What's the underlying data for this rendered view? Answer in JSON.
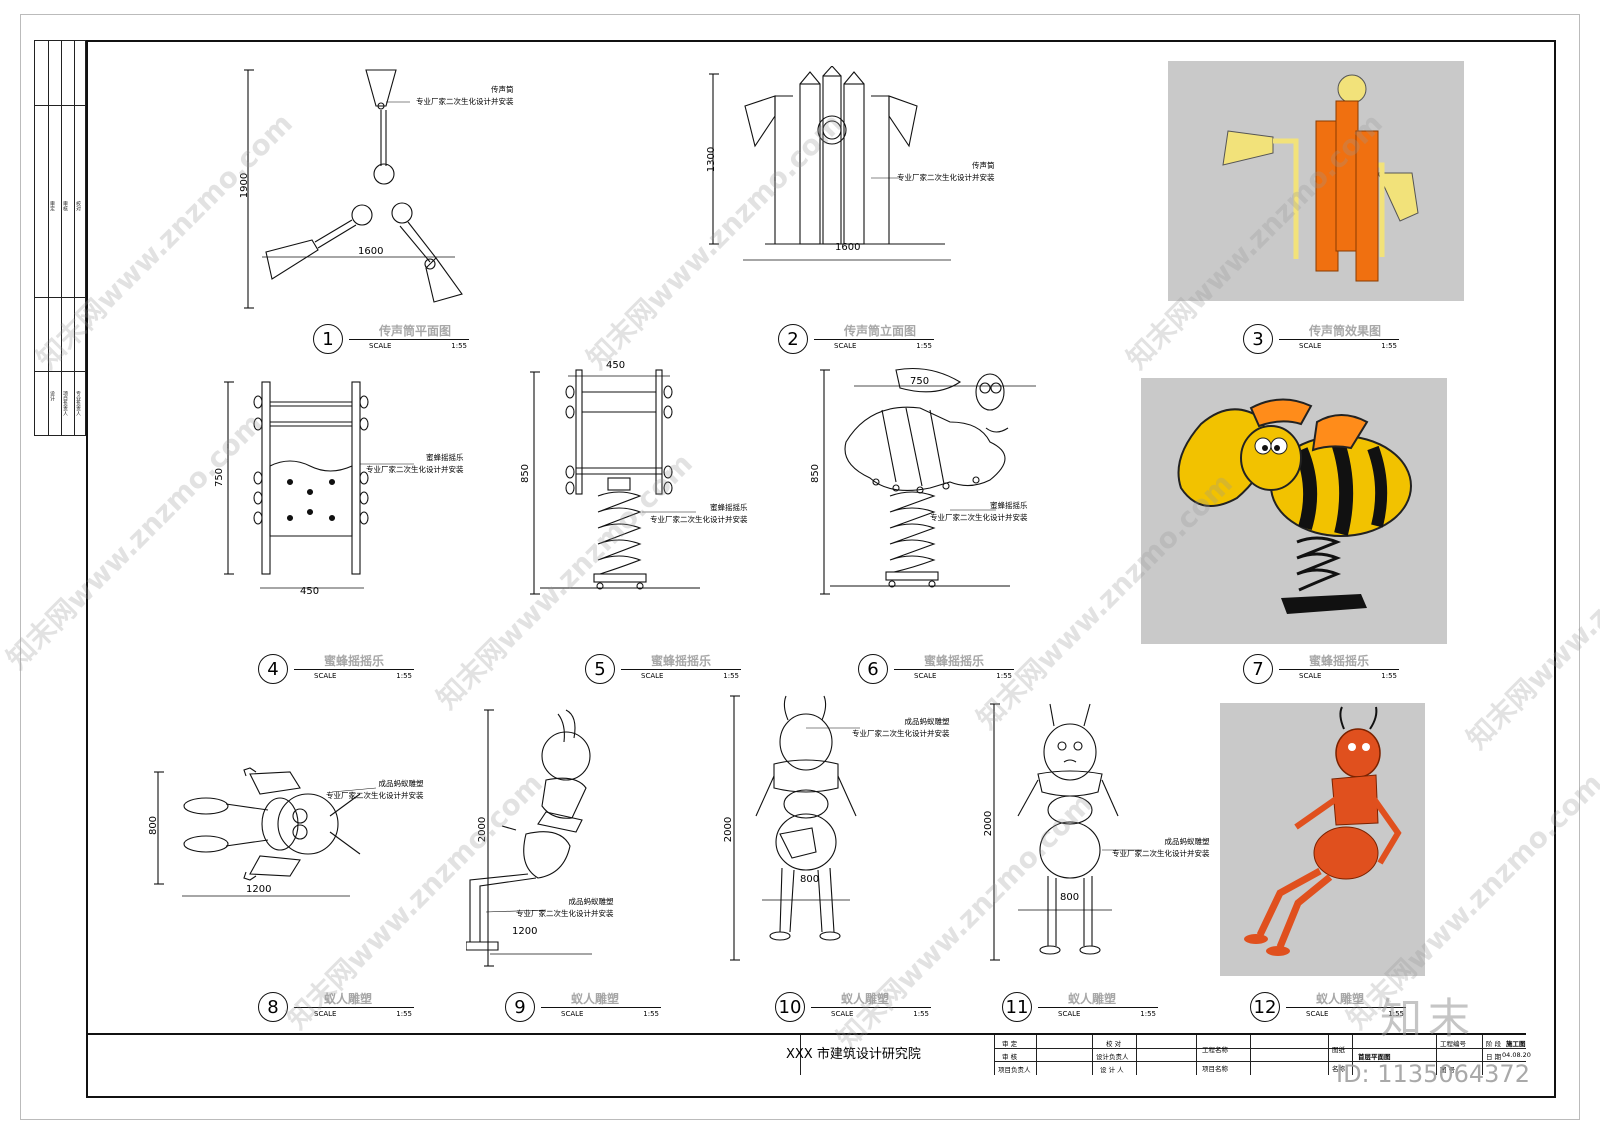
{
  "binding": [
    "审定",
    "审核",
    "校对",
    "设计",
    "项目负责人",
    "专业负责人",
    "建筑",
    "结构",
    "给排水"
  ],
  "drawings": [
    {
      "num": "1",
      "title": "传声筒平面图",
      "scale_label": "SCALE",
      "scale": "1:55"
    },
    {
      "num": "2",
      "title": "传声筒立面图",
      "scale_label": "SCALE",
      "scale": "1:55"
    },
    {
      "num": "3",
      "title": "传声筒效果图",
      "scale_label": "SCALE",
      "scale": "1:55"
    },
    {
      "num": "4",
      "title": "蜜蜂摇摇乐",
      "scale_label": "SCALE",
      "scale": "1:55"
    },
    {
      "num": "5",
      "title": "蜜蜂摇摇乐",
      "scale_label": "SCALE",
      "scale": "1:55"
    },
    {
      "num": "6",
      "title": "蜜蜂摇摇乐",
      "scale_label": "SCALE",
      "scale": "1:55"
    },
    {
      "num": "7",
      "title": "蜜蜂摇摇乐",
      "scale_label": "SCALE",
      "scale": "1:55"
    },
    {
      "num": "8",
      "title": "蚁人雕塑",
      "scale_label": "SCALE",
      "scale": "1:55"
    },
    {
      "num": "9",
      "title": "蚁人雕塑",
      "scale_label": "SCALE",
      "scale": "1:55"
    },
    {
      "num": "10",
      "title": "蚁人雕塑",
      "scale_label": "SCALE",
      "scale": "1:55"
    },
    {
      "num": "11",
      "title": "蚁人雕塑",
      "scale_label": "SCALE",
      "scale": "1:55"
    },
    {
      "num": "12",
      "title": "蚁人雕塑",
      "scale_label": "SCALE",
      "scale": "1:55"
    }
  ],
  "notes": {
    "phone": [
      "传声筒",
      "专业厂家二次生化设计并安装"
    ],
    "bee": [
      "蜜蜂摇摇乐",
      "专业厂家二次生化设计并安装"
    ],
    "ant": [
      "成品蚂蚁雕塑",
      "专业厂家二次生化设计并安装"
    ]
  },
  "dims": {
    "d1_h": "1900",
    "d1_w": "1600",
    "d2_h": "1300",
    "d2_w": "1600",
    "d4_h": "750",
    "d4_w": "450",
    "d5_h": "850",
    "d5_w": "450",
    "d6_h": "850",
    "d6_w": "750",
    "d8_h": "800",
    "d8_w": "1200",
    "d9_h": "2000",
    "d9_w": "1200",
    "d10_h": "2000",
    "d10_w": "800",
    "d11_h": "2000",
    "d11_w": "800"
  },
  "title_block": {
    "org": "XXX 市建筑设计研究院",
    "labels": [
      "审 定",
      "审 核",
      "项目负责人",
      "校 对",
      "设计负责人",
      "设 计 人",
      "工程名称",
      "项目名称",
      "图纸",
      "名称",
      "工程编号",
      "图 号",
      "阶 段",
      "日 期"
    ],
    "drawing_name": "首层平面图",
    "stage": "施工图",
    "date": "04.08.20"
  },
  "watermark": {
    "site": "知末网www.znzmo.com",
    "brand": "知末",
    "id": "ID: 1135064372"
  },
  "colors": {
    "render_bg": "#c9c9c9",
    "bee_yellow": "#f2c200",
    "bee_orange": "#ff8c1a",
    "pipe_orange": "#f07010",
    "horn_yellow": "#f2e27a",
    "ant_red": "#e0501e"
  }
}
